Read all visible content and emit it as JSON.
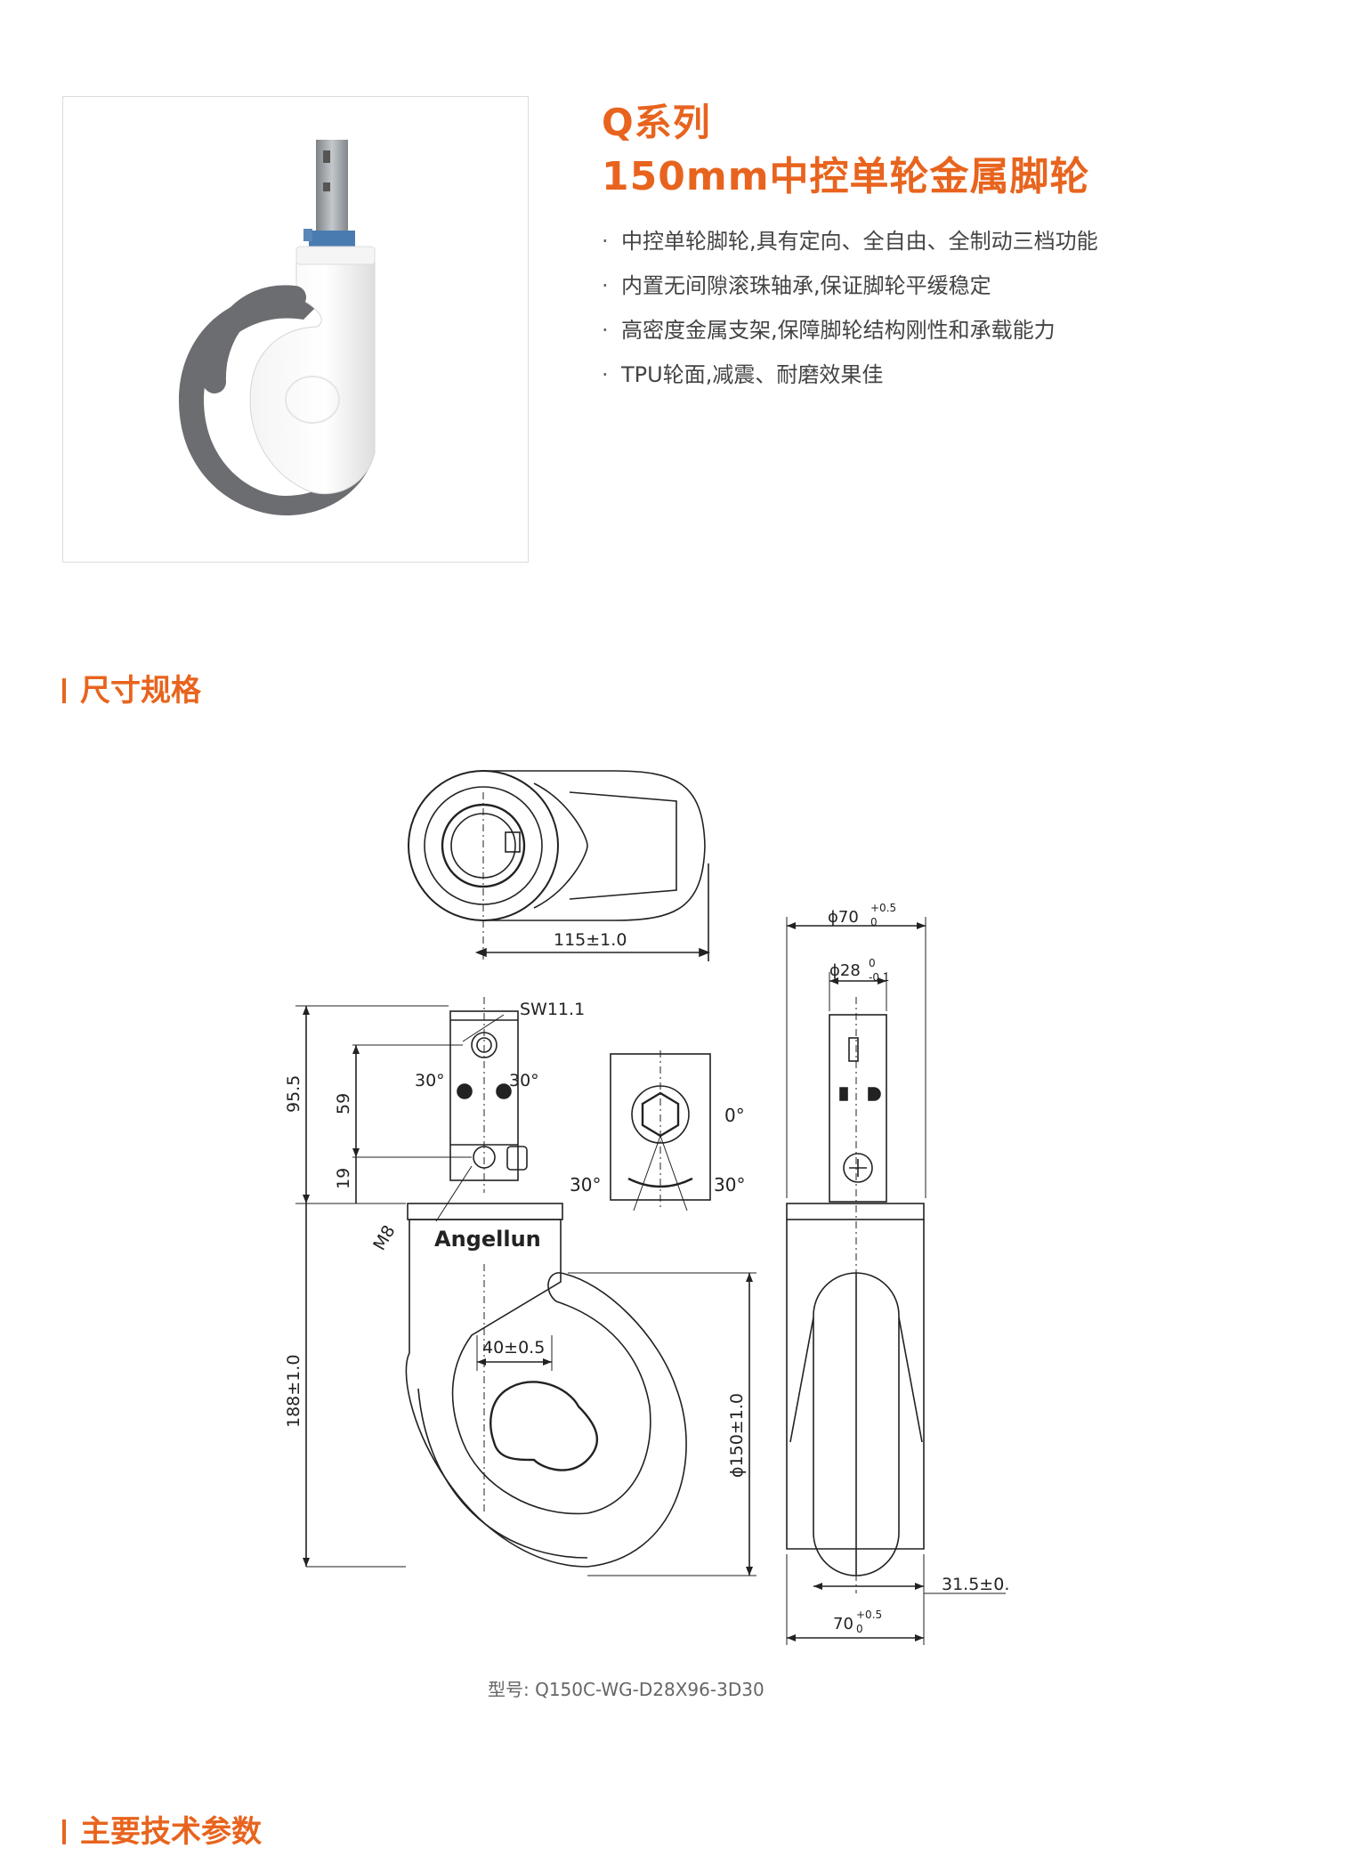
{
  "header": {
    "series": "Q系列",
    "title": "150mm中控单轮金属脚轮"
  },
  "features": [
    "中控单轮脚轮,具有定向、全自由、全制动三档功能",
    "内置无间隙滚珠轴承,保证脚轮平缓稳定",
    "高密度金属支架,保障脚轮结构刚性和承载能力",
    "TPU轮面,减震、耐磨效果佳"
  ],
  "bullet": "·",
  "sections": {
    "dimensions": "尺寸规格",
    "parameters": "主要技术参数"
  },
  "drawing": {
    "dim_115": "115±1.0",
    "sw": "SW11.1",
    "dim_95_5": "95.5",
    "dim_59": "59",
    "dim_19": "19",
    "m8": "M8",
    "angle_left": "30°",
    "angle_right": "30°",
    "brand": "Angellun",
    "dim_40": "40±0.5",
    "dim_188": "188±1.0",
    "dim_150": "ϕ150±1.0",
    "detail_0": "0°",
    "detail_30_left": "30°",
    "detail_30_right": "30°",
    "phi70": "ϕ70",
    "phi70_tol_upper": "+0.5",
    "phi70_tol_lower": "0",
    "phi28": "ϕ28",
    "phi28_tol_upper": "0",
    "phi28_tol_lower": "-0.1",
    "dim_31_5": "31.5±0.",
    "dim_70": "70",
    "dim_70_tol_upper": "+0.5",
    "dim_70_tol_lower": "0"
  },
  "model": "型号: Q150C-WG-D28X96-3D30",
  "colors": {
    "accent": "#e8641e",
    "wheel_gray": "#6b6d70",
    "line": "#222222"
  }
}
